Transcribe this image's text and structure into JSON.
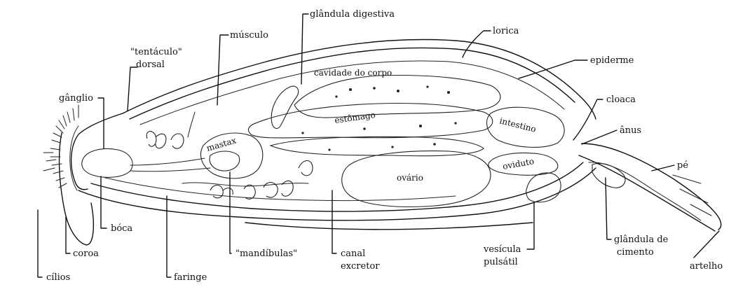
{
  "labels": {
    "glandula_digestiva": "glândula digestiva",
    "lorica": "lorica",
    "musculo": "músculo",
    "tentaculo_dorsal_line1": "\"tentáculo\"",
    "tentaculo_dorsal_line2": "dorsal",
    "cavidade_do_corpo": "cavidade do corpo",
    "epiderme": "epiderme",
    "ganglio": "gânglio",
    "cloaca": "cloaca",
    "estomago": "estômago",
    "intestino": "intestino",
    "anus": "ânus",
    "mastax": "mastax",
    "oviduto": "oviduto",
    "pe": "pé",
    "ovario": "ovário",
    "boca": "bóca",
    "coroa": "coroa",
    "cilios": "cílios",
    "faringe": "faringe",
    "mandibulas": "\"mandíbulas\"",
    "canal_line1": "canal",
    "canal_line2": "excretor",
    "vesicula_line1": "vesícula",
    "vesicula_line2": "pulsátil",
    "glandula_cimento_line1": "glândula de",
    "glandula_cimento_line2": "cimento",
    "artelho": "artelho"
  }
}
